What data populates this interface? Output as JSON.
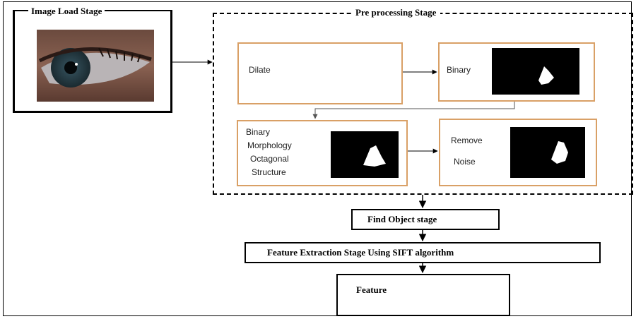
{
  "diagram": {
    "image_load": {
      "title": "Image Load Stage"
    },
    "preprocessing": {
      "title": "Pre processing Stage",
      "dilate": {
        "label": "Dilate"
      },
      "binary": {
        "label": "Binary"
      },
      "morphology": {
        "lines": [
          "Binary",
          "Morphology",
          "Octagonal",
          "Structure"
        ]
      },
      "remove_noise": {
        "lines": [
          "Remove",
          "Noise"
        ]
      }
    },
    "find_object": {
      "label": "Find Object stage"
    },
    "feature_extraction": {
      "label": "Feature Extraction Stage Using SIFT algorithm"
    },
    "feature": {
      "label": "Feature"
    }
  },
  "colors": {
    "orange_border": "#d9a066",
    "line": "#000000",
    "arrow_gray": "#555555"
  }
}
